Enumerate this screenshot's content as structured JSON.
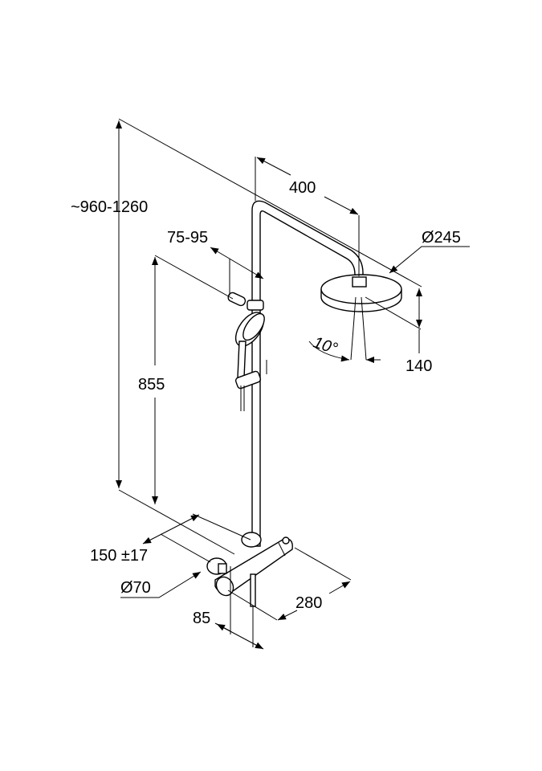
{
  "diagram": {
    "title": "Shower system dimension drawing",
    "dimensions": {
      "total_height": "~960-1260",
      "arm_length": "400",
      "head_diameter": "Ø245",
      "head_height": "140",
      "head_angle": "10°",
      "slider_range": "75-95",
      "slider_height": "855",
      "connection_distance": "150 ±17",
      "flange_diameter": "Ø70",
      "mixer_width": "280",
      "mixer_depth": "85"
    },
    "colors": {
      "line": "#000000",
      "background": "#ffffff"
    }
  }
}
